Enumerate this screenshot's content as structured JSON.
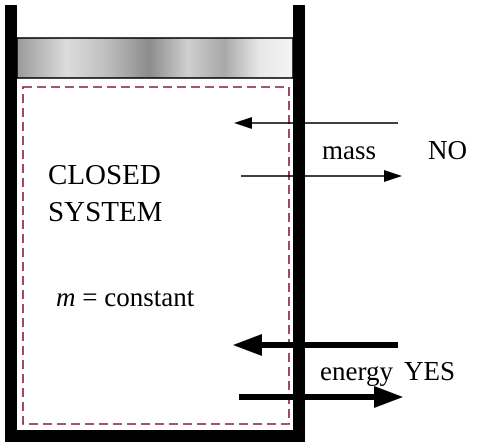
{
  "system": {
    "title_line1": "CLOSED",
    "title_line2": "SYSTEM",
    "mass_symbol": "m",
    "mass_relation": " = constant"
  },
  "flows": {
    "mass": {
      "label": "mass",
      "answer": "NO"
    },
    "energy": {
      "label": "energy",
      "answer": "YES"
    }
  },
  "colors": {
    "container": "#000000",
    "boundary": "#8b1a3a",
    "arrow": "#000000",
    "piston_dark": "#8a8a8a",
    "piston_light": "#e6e6e6"
  }
}
